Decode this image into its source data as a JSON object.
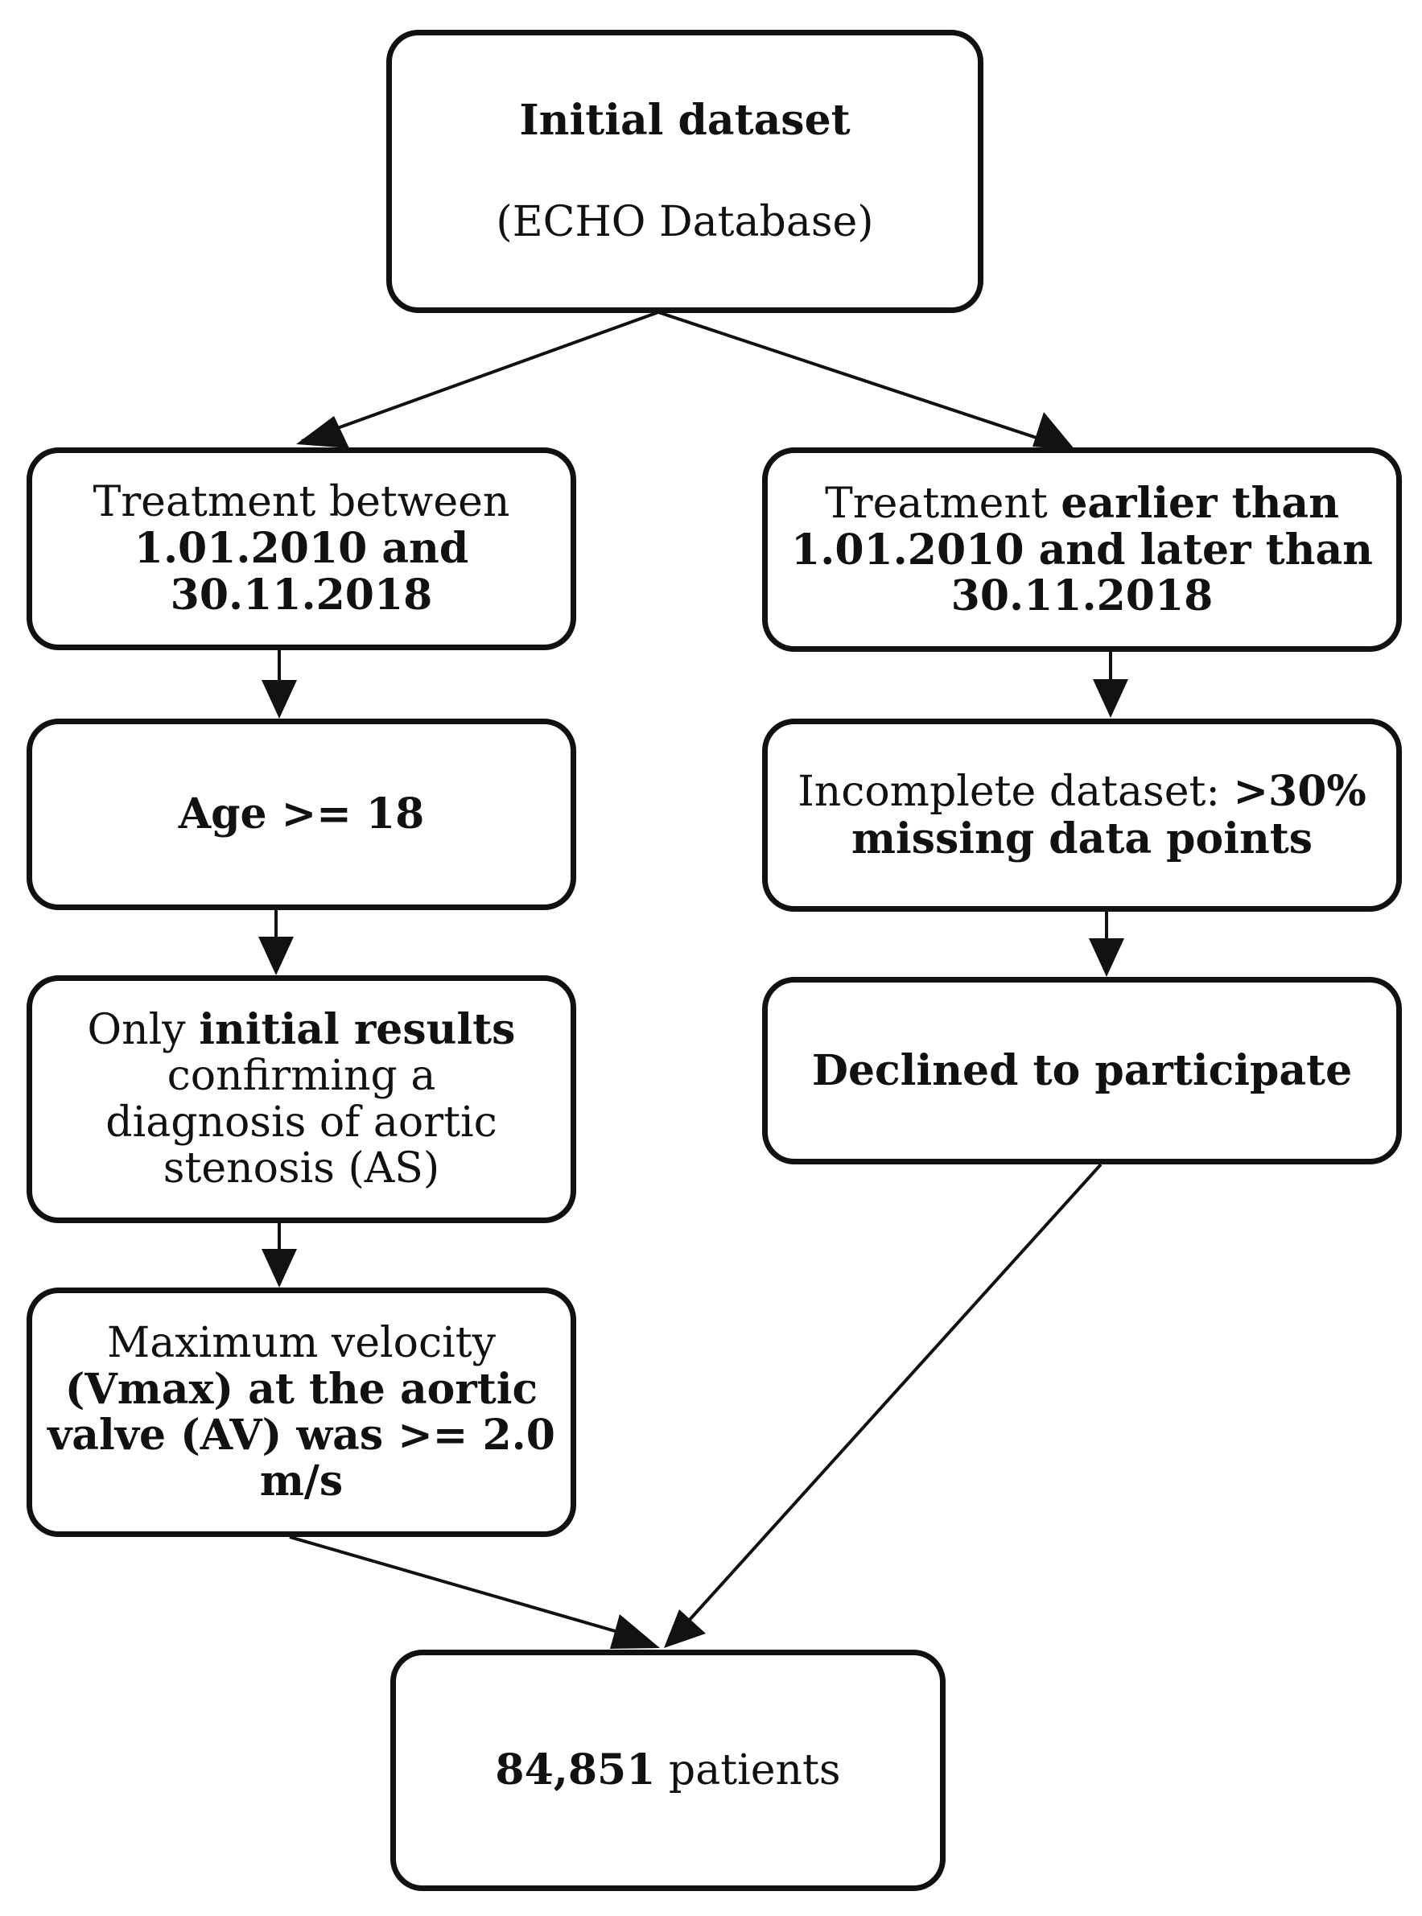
{
  "boxes": {
    "initial": {
      "title": "Initial dataset",
      "subtitle": "(ECHO Database)"
    },
    "treatment_between": {
      "line1": "Treatment between",
      "line2": "1.01.2010 and",
      "line3": "30.11.2018"
    },
    "age": {
      "text": "Age >= 18"
    },
    "initial_results": {
      "prefix": "Only ",
      "bold": "initial results",
      "line2": "confirming a",
      "line3": "diagnosis of aortic",
      "line4": "stenosis (AS)"
    },
    "vmax": {
      "line1": "Maximum velocity",
      "line2": "(Vmax) at the aortic",
      "line3": "valve (AV) was >= 2.0",
      "line4": "m/s"
    },
    "treatment_outside": {
      "prefix": "Treatment ",
      "bold1": "earlier than",
      "line2": "1.01.2010 and later than",
      "line3": "30.11.2018"
    },
    "incomplete": {
      "prefix": "Incomplete dataset: ",
      "bold1": ">30%",
      "line2": "missing data points"
    },
    "declined": {
      "text": "Declined to participate"
    },
    "result": {
      "count": "84,851",
      "suffix": " patients"
    }
  },
  "style": {
    "stroke": "#111111",
    "background": "#ffffff"
  }
}
